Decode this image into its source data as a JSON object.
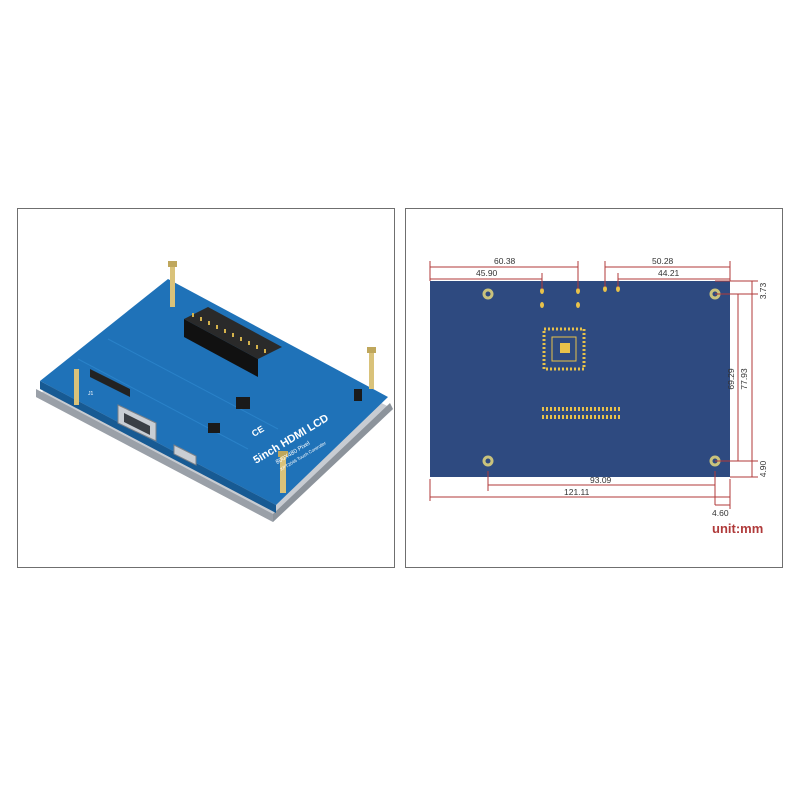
{
  "photo": {
    "board_title": "5inch HDMI LCD",
    "board_resolution": "800X480 Pixel",
    "touch_controller": "XPT2046 Touch Controller",
    "cert_mark": "CE",
    "connector_label": "J1"
  },
  "drawing": {
    "top_dims": [
      "60.38",
      "45.90",
      "50.28",
      "44.21"
    ],
    "right_dims": [
      "3.73",
      "69.29",
      "77.93",
      "4.90"
    ],
    "bottom_dims": [
      "93.09",
      "121.11",
      "4.60"
    ],
    "unit": "unit:mm"
  },
  "colors": {
    "board_photo": "#1f72b8",
    "board_drawing": "#2e4a80",
    "dimension_line": "#b03a3a",
    "pad_gold": "#e8c24a"
  }
}
